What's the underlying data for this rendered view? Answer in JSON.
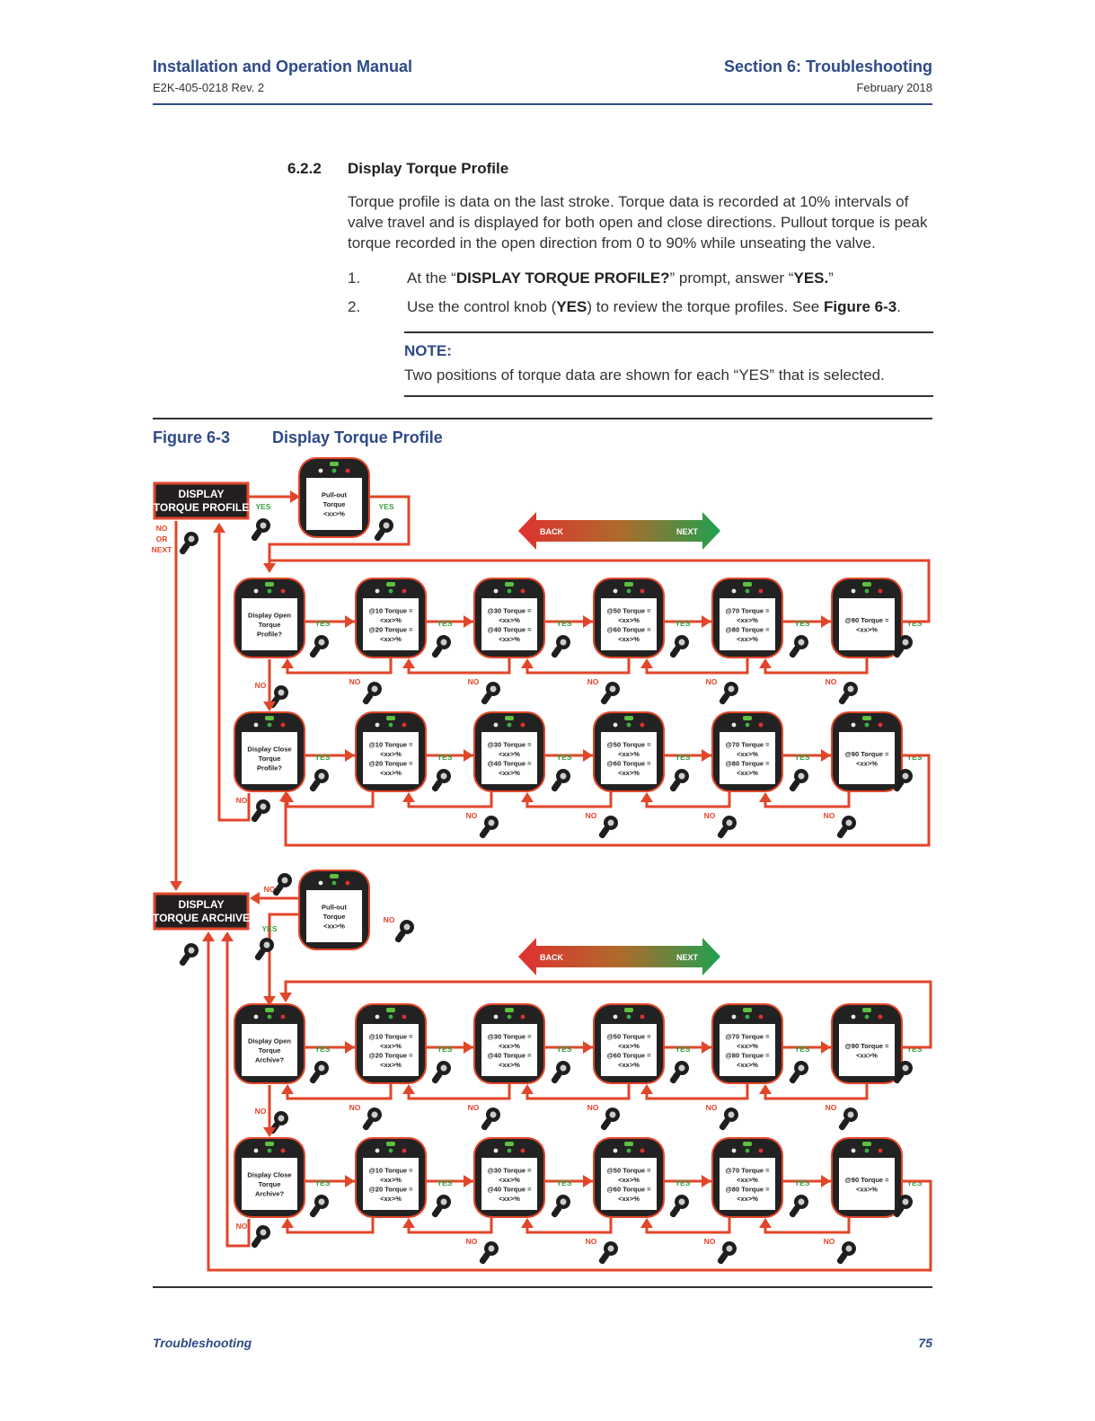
{
  "header": {
    "manual_title": "Installation and Operation Manual",
    "doc_id": "E2K-405-0218 Rev. 2",
    "section_title": "Section 6: Troubleshooting",
    "date": "February 2018"
  },
  "section": {
    "number": "6.2.2",
    "title": "Display Torque Profile",
    "paragraph": "Torque profile is data on the last stroke. Torque data is recorded at 10% intervals of valve travel and is displayed for both open and close directions. Pullout torque is peak torque recorded in the open direction from 0 to 90% while unseating the valve.",
    "steps": [
      {
        "num": "1.",
        "pre": "At the “",
        "bold1": "DISPLAY TORQUE PROFILE?",
        "mid": "” prompt, answer “",
        "bold2": "YES.",
        "post": "”"
      },
      {
        "num": "2.",
        "pre": "Use the control knob (",
        "bold1": "YES",
        "mid": ") to review the torque profiles. See ",
        "bold2": "Figure 6-3",
        "post": "."
      }
    ]
  },
  "note": {
    "label": "NOTE:",
    "text": "Two positions of torque data are shown for each “YES” that is selected."
  },
  "figure": {
    "number": "Figure 6-3",
    "title": "Display Torque Profile"
  },
  "diagram": {
    "profile_box": [
      "DISPLAY",
      "TORQUE PROFILE"
    ],
    "archive_box": [
      "DISPLAY",
      "TORQUE ARCHIVE"
    ],
    "no_or_next": [
      "NO",
      "OR",
      "NEXT"
    ],
    "back": "BACK",
    "next": "NEXT",
    "yes": "YES",
    "no": "NO",
    "pullout": [
      "Pull-out",
      "Torque",
      "<xx>%"
    ],
    "first_screens": [
      [
        "Display Open",
        "Torque",
        "Profile?"
      ],
      [
        "Display Close",
        "Torque",
        "Profile?"
      ],
      [
        "Display Open",
        "Torque",
        "Archive?"
      ],
      [
        "Display Close",
        "Torque",
        "Archive?"
      ]
    ],
    "torque_screens": [
      [
        "@10 Torque =",
        "<xx>%",
        "@20 Torque =",
        "<xx>%"
      ],
      [
        "@30 Torque =",
        "<xx>%",
        "@40 Torque =",
        "<xx>%"
      ],
      [
        "@50 Torque =",
        "<xx>%",
        "@60 Torque =",
        "<xx>%"
      ],
      [
        "@70 Torque =",
        "<xx>%",
        "@80 Torque =",
        "<xx>%"
      ],
      [
        "@90 Torque =",
        "<xx>%"
      ]
    ],
    "colors": {
      "flow": "#e2462a",
      "yes": "#3aa046",
      "no": "#e2462a",
      "box": "#231f20",
      "back": "#e03030",
      "next": "#20a050"
    }
  },
  "footer": {
    "left": "Troubleshooting",
    "page": "75"
  }
}
